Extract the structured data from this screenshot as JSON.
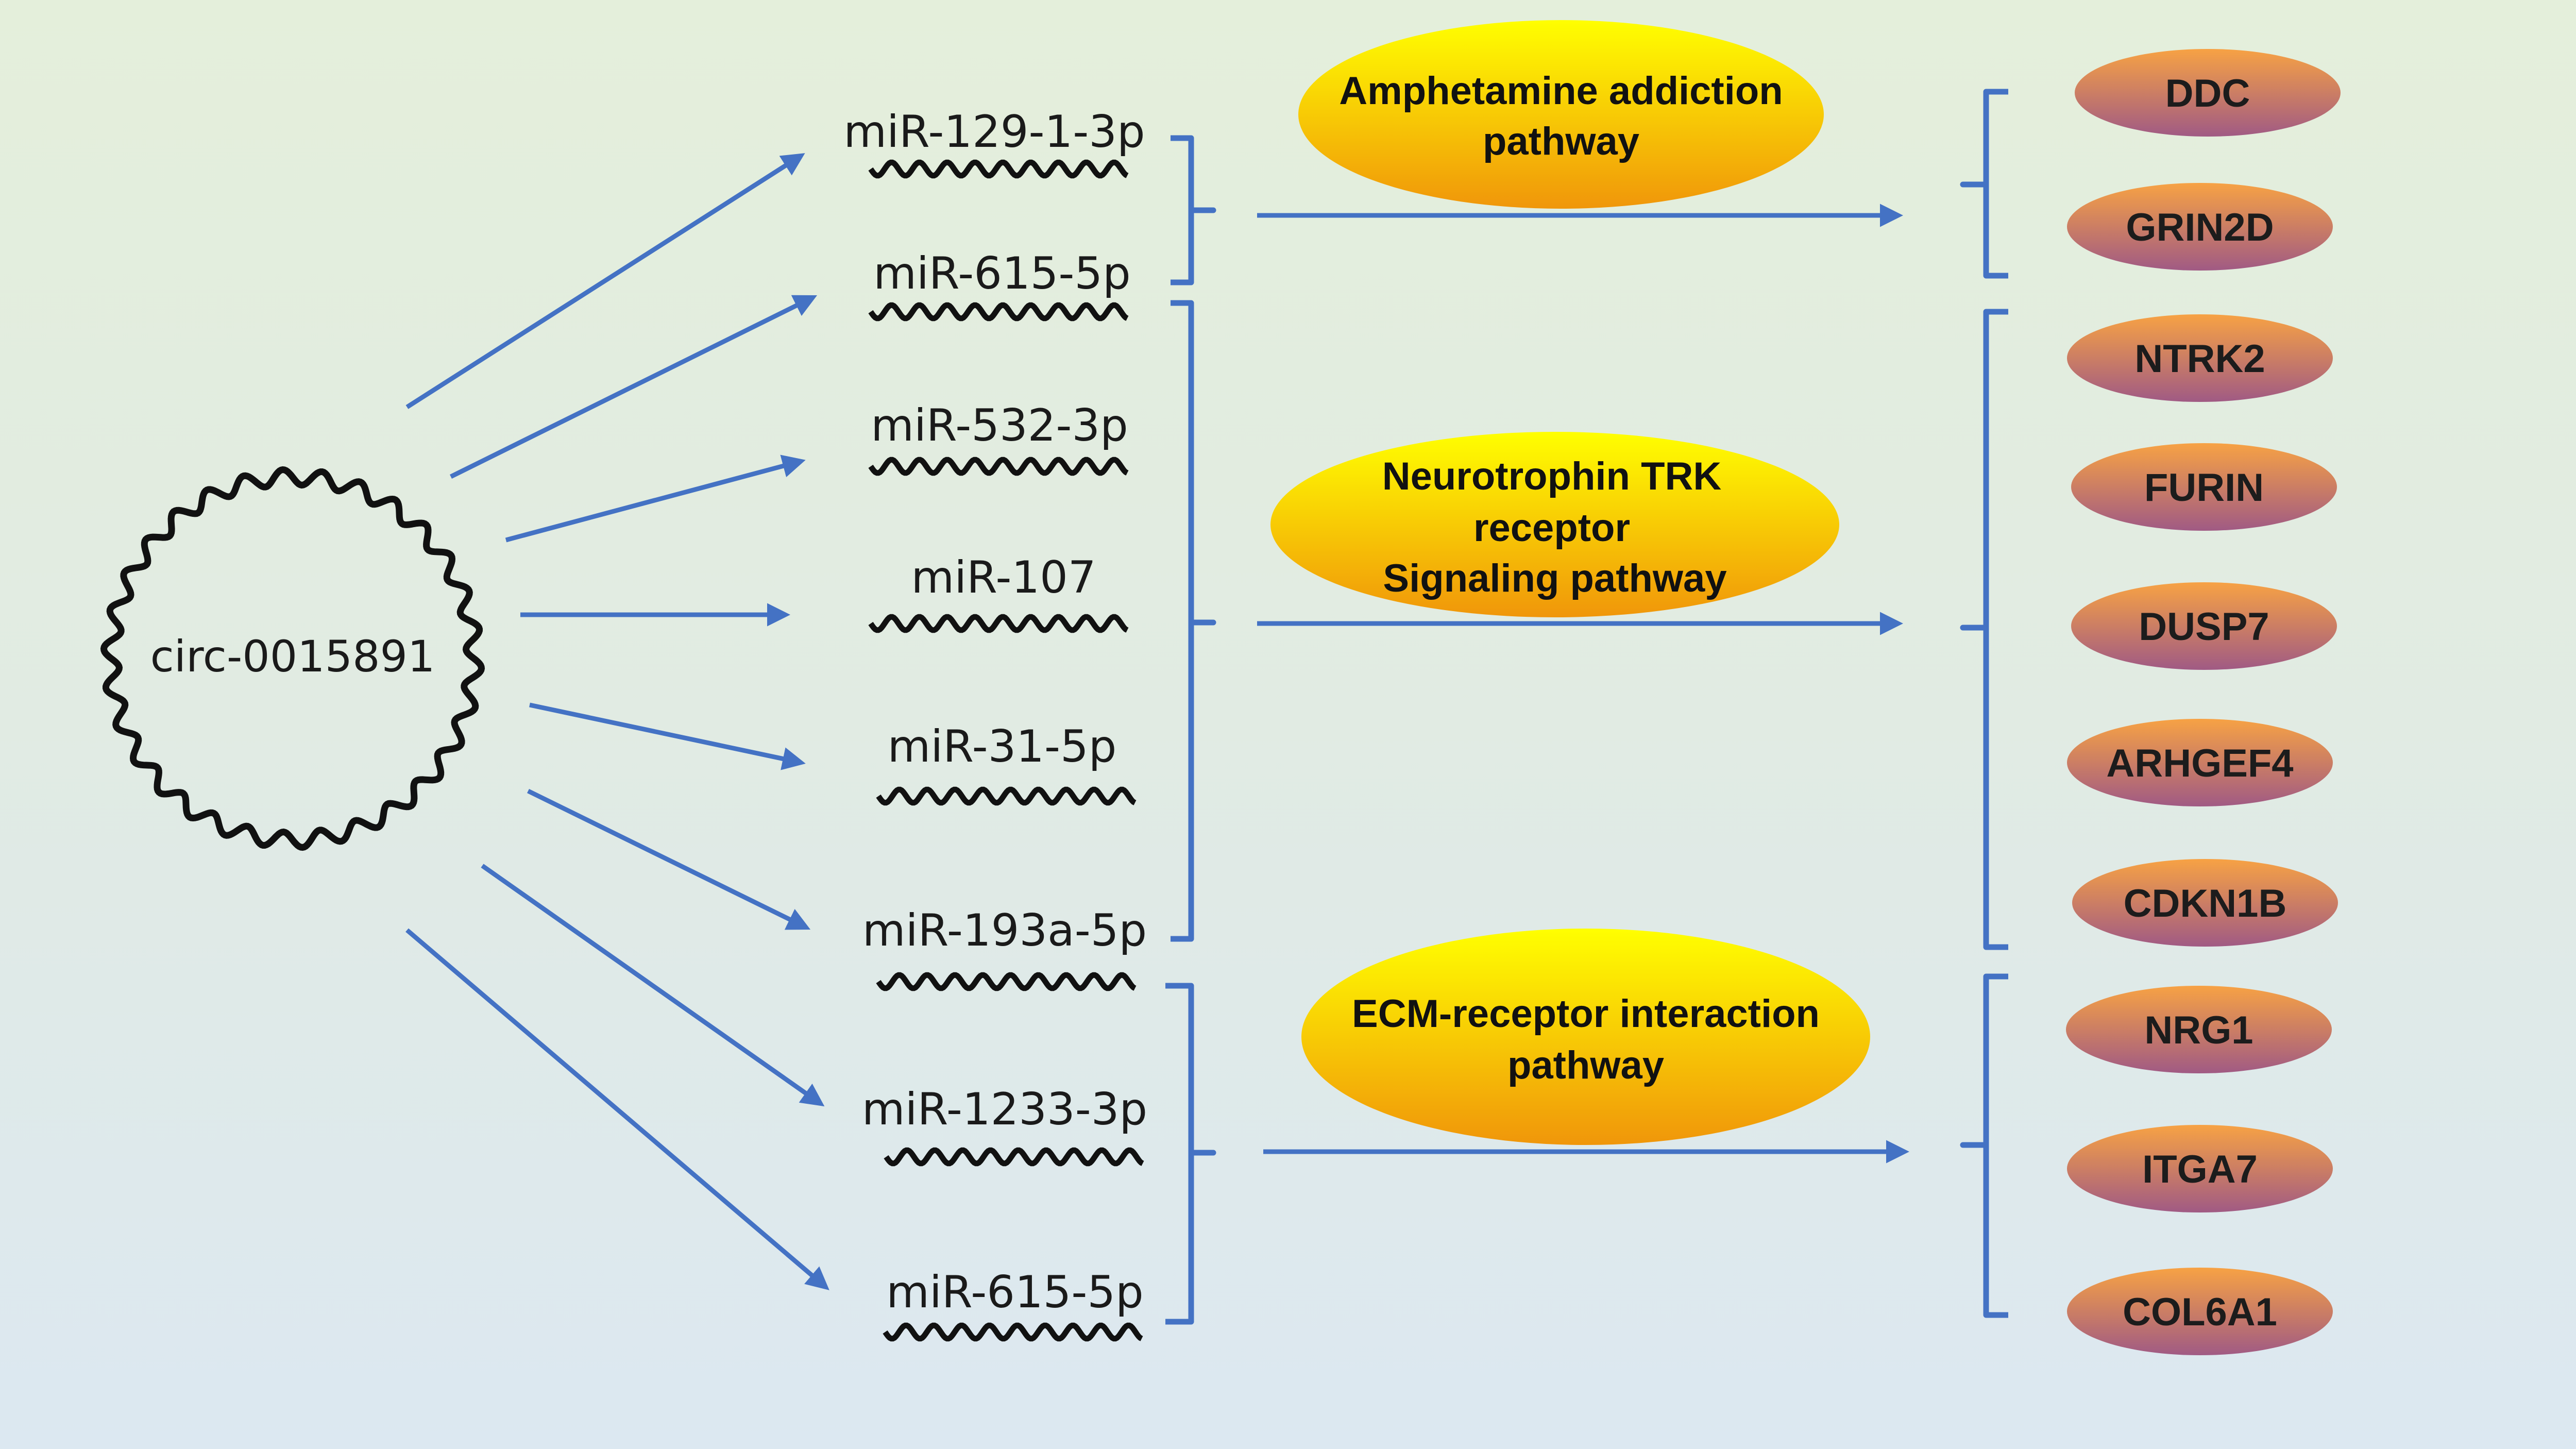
{
  "circ_label": "circ-0015891",
  "mirnas": [
    "miR-129-1-3p",
    "miR-615-5p",
    "miR-532-3p",
    "miR-107",
    "miR-31-5p",
    "miR-193a-5p",
    "miR-1233-3p",
    "miR-615-5p"
  ],
  "pathways": [
    {
      "lines": [
        "Amphetamine addiction",
        "pathway"
      ]
    },
    {
      "lines": [
        "Neurotrophin TRK",
        "receptor",
        "Signaling pathway"
      ]
    },
    {
      "lines": [
        "ECM-receptor interaction",
        "pathway"
      ]
    }
  ],
  "genes": [
    "DDC",
    "GRIN2D",
    "NTRK2",
    "FURIN",
    "DUSP7",
    "ARHGEF4",
    "CDKN1B",
    "NRG1",
    "ITGA7",
    "COL6A1"
  ],
  "colors": {
    "arrow": "#4472c4",
    "bracket": "#4472c4",
    "pathway_top": "#ffff00",
    "pathway_bottom": "#f0960a",
    "gene_top": "#f7a244",
    "gene_bottom": "#a05a84"
  }
}
